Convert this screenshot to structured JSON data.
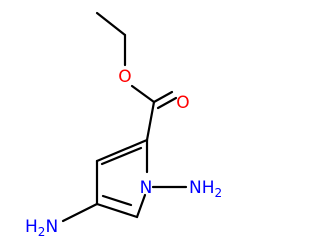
{
  "molecule": {
    "atoms": [
      {
        "label": "O",
        "color": "#ff0000"
      },
      {
        "label": "O",
        "color": "#ff0000"
      },
      {
        "label": "N",
        "color": "#0000ff"
      },
      {
        "label": "NH",
        "sub": "2",
        "color": "#0000ff"
      },
      {
        "label": "H",
        "sub": "2",
        "tail": "N",
        "color": "#0000ff"
      }
    ]
  }
}
